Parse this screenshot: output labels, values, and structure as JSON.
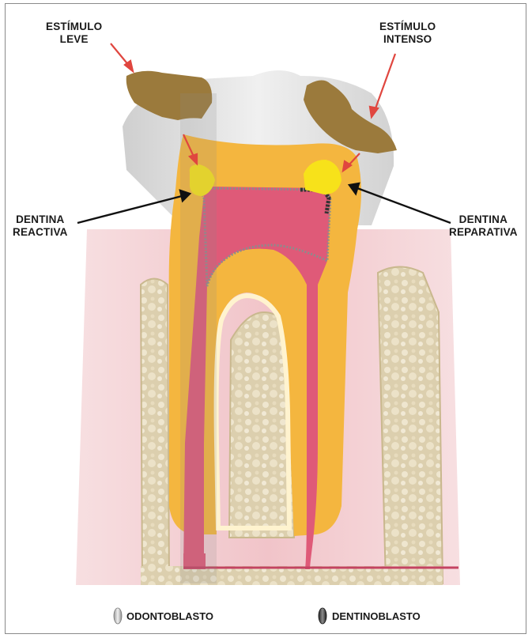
{
  "labels": {
    "estimulo_leve": [
      "ESTÍMULO",
      "LEVE"
    ],
    "estimulo_intenso": [
      "ESTÍMULO",
      "INTENSO"
    ],
    "dentina_reactiva": [
      "DENTINA",
      "REACTIVA"
    ],
    "dentina_reparativa": [
      "DENTINA",
      "REPARATIVA"
    ]
  },
  "legend": {
    "odontoblasto": "ODONTOBLASTO",
    "dentinoblasto": "DENTINOBLASTO"
  },
  "colors": {
    "gum": "#f2c9cd",
    "bone": "#d9cba6",
    "dentin": "#f4b63f",
    "pulp": "#df5a78",
    "enamel": "#dcdcdc",
    "caries": "#9b7a3c",
    "new_dentin": "#f7e21a",
    "arrow_red": "#e0463f"
  }
}
